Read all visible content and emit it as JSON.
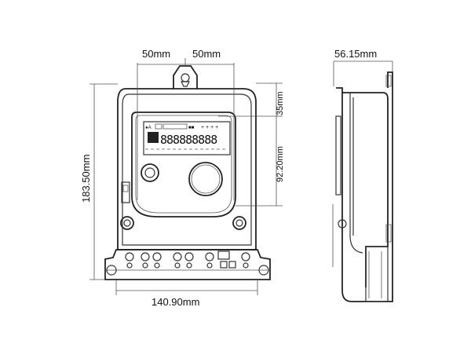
{
  "dimensions": {
    "width_left": "50mm",
    "width_right": "50mm",
    "depth": "56.15mm",
    "top_offset": "35mm",
    "height": "183.50mm",
    "mid_height": "92.20mm",
    "base_width": "140.90mm"
  }
}
